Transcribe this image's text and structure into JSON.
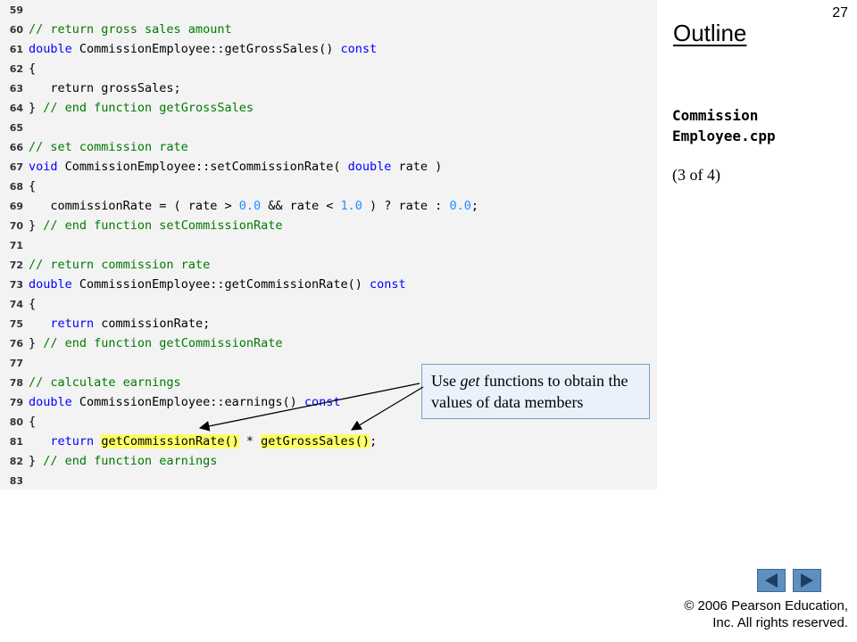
{
  "slide_number": "27",
  "outline_title": "Outline",
  "file_name_line1": "Commission",
  "file_name_line2": "Employee.cpp",
  "page_indicator": "(3 of 4)",
  "callout": {
    "prefix": "Use ",
    "italic_word": "get",
    "suffix": " functions to obtain the values of data members"
  },
  "copyright": {
    "line1": "© 2006 Pearson Education,",
    "line2": "Inc.  All rights reserved."
  },
  "nav": {
    "prev_icon": "triangle-left-icon",
    "next_icon": "triangle-right-icon"
  },
  "colors": {
    "keyword": "#0000ff",
    "comment": "#007a00",
    "number": "#1e90ff",
    "highlight": "#ffff66",
    "code_background": "#f3f3f3",
    "nav_button": "#5f8fbf"
  },
  "code_lines": [
    {
      "num": "59",
      "parts": []
    },
    {
      "num": "60",
      "parts": [
        [
          "cm",
          "// return gross sales amount"
        ]
      ]
    },
    {
      "num": "61",
      "parts": [
        [
          "kw",
          "double"
        ],
        [
          "",
          " CommissionEmployee::getGrossSales() "
        ],
        [
          "kw",
          "const"
        ]
      ]
    },
    {
      "num": "62",
      "parts": [
        [
          "",
          "{"
        ]
      ]
    },
    {
      "num": "63",
      "parts": [
        [
          "",
          "   return grossSales;"
        ]
      ]
    },
    {
      "num": "64",
      "parts": [
        [
          "",
          "} "
        ],
        [
          "cm",
          "// end function getGrossSales"
        ]
      ]
    },
    {
      "num": "65",
      "parts": []
    },
    {
      "num": "66",
      "parts": [
        [
          "cm",
          "// set commission rate"
        ]
      ]
    },
    {
      "num": "67",
      "parts": [
        [
          "kw",
          "void"
        ],
        [
          "",
          " CommissionEmployee::setCommissionRate( "
        ],
        [
          "kw",
          "double"
        ],
        [
          "",
          " rate )"
        ]
      ]
    },
    {
      "num": "68",
      "parts": [
        [
          "",
          "{"
        ]
      ]
    },
    {
      "num": "69",
      "parts": [
        [
          "",
          "   commissionRate = ( rate > "
        ],
        [
          "num",
          "0.0"
        ],
        [
          "",
          " && rate < "
        ],
        [
          "num",
          "1.0"
        ],
        [
          "",
          " ) ? rate : "
        ],
        [
          "num",
          "0.0"
        ],
        [
          "",
          ";"
        ]
      ]
    },
    {
      "num": "70",
      "parts": [
        [
          "",
          "} "
        ],
        [
          "cm",
          "// end function setCommissionRate"
        ]
      ]
    },
    {
      "num": "71",
      "parts": []
    },
    {
      "num": "72",
      "parts": [
        [
          "cm",
          "// return commission rate"
        ]
      ]
    },
    {
      "num": "73",
      "parts": [
        [
          "kw",
          "double"
        ],
        [
          "",
          " CommissionEmployee::getCommissionRate() "
        ],
        [
          "kw",
          "const"
        ]
      ]
    },
    {
      "num": "74",
      "parts": [
        [
          "",
          "{"
        ]
      ]
    },
    {
      "num": "75",
      "parts": [
        [
          "",
          "   "
        ],
        [
          "kw",
          "return"
        ],
        [
          "",
          " commissionRate;"
        ]
      ]
    },
    {
      "num": "76",
      "parts": [
        [
          "",
          "} "
        ],
        [
          "cm",
          "// end function getCommissionRate"
        ]
      ]
    },
    {
      "num": "77",
      "parts": []
    },
    {
      "num": "78",
      "parts": [
        [
          "cm",
          "// calculate earnings"
        ]
      ]
    },
    {
      "num": "79",
      "parts": [
        [
          "kw",
          "double"
        ],
        [
          "",
          " CommissionEmployee::earnings() "
        ],
        [
          "kw",
          "const"
        ]
      ]
    },
    {
      "num": "80",
      "parts": [
        [
          "",
          "{"
        ]
      ]
    },
    {
      "num": "81",
      "parts": [
        [
          "",
          "   "
        ],
        [
          "kw",
          "return"
        ],
        [
          "",
          " "
        ],
        [
          "hl",
          "getCommissionRate()"
        ],
        [
          "",
          " * "
        ],
        [
          "hl",
          "getGrossSales()"
        ],
        [
          "",
          ";"
        ]
      ]
    },
    {
      "num": "82",
      "parts": [
        [
          "",
          "} "
        ],
        [
          "cm",
          "// end function earnings"
        ]
      ]
    },
    {
      "num": "83",
      "parts": []
    }
  ]
}
